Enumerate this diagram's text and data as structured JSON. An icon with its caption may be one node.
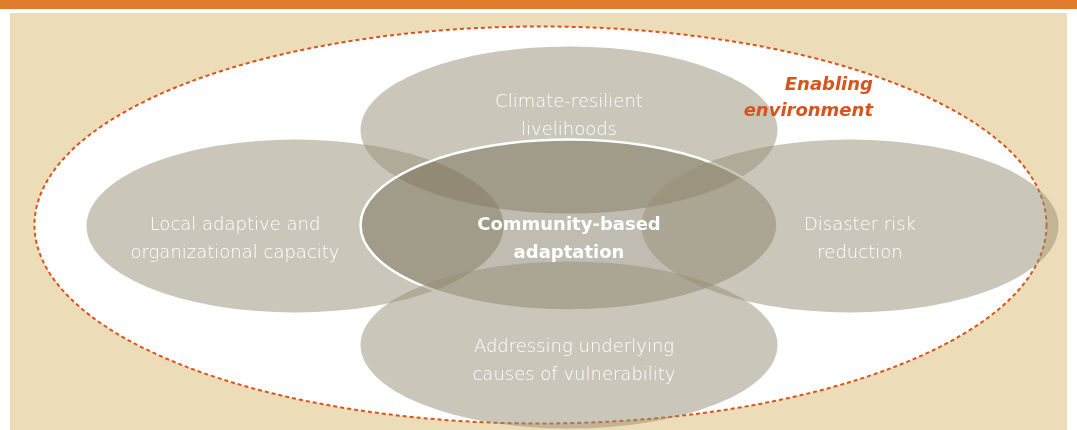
{
  "diagram": {
    "nodes": [
      {
        "text": [
          "Enabling environment"
        ]
      },
      {
        "text": [
          "Climate-resilient livelihoods"
        ],
        "in": 0
      },
      {
        "text": [
          "Local adaptive and organizational capacity"
        ],
        "in": 0
      },
      {
        "text": [
          "Community-based adaptation"
        ],
        "in": 0
      },
      {
        "text": [
          "Disaster risk reduction"
        ],
        "in": 0
      },
      {
        "text": [
          "Addressing underlying causes of vulnerability"
        ],
        "in": 0
      }
    ]
  }
}
